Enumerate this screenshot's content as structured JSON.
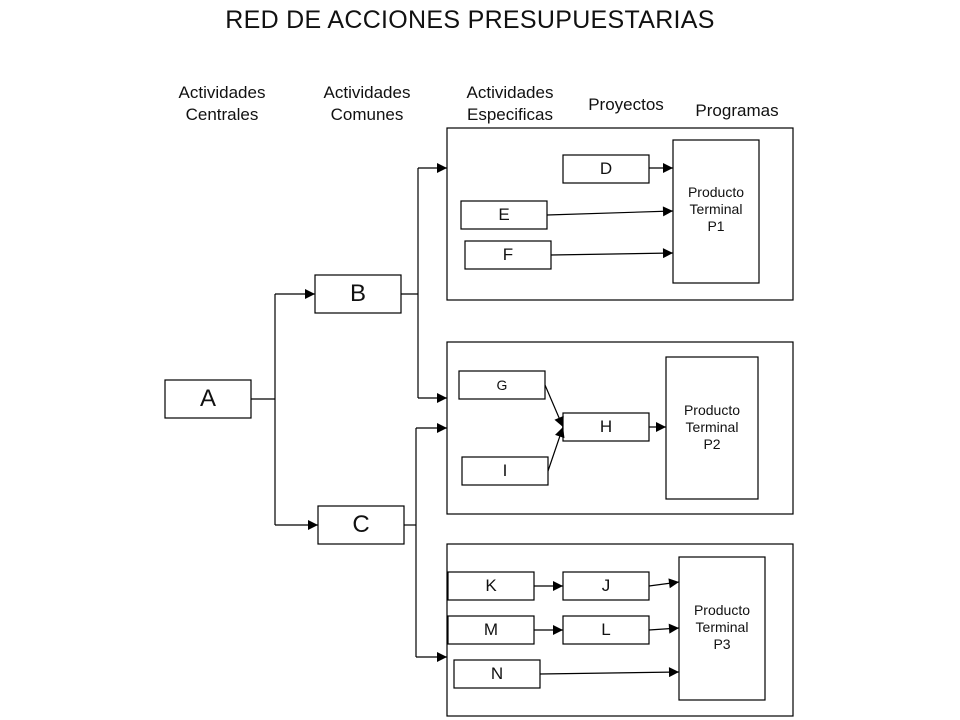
{
  "title": "RED DE ACCIONES PRESUPUESTARIAS",
  "columns": {
    "centrales": [
      "Actividades",
      "Centrales"
    ],
    "comunes": [
      "Actividades",
      "Comunes"
    ],
    "especificas": [
      "Actividades",
      "Especificas"
    ],
    "proyectos": "Proyectos",
    "programas": "Programas"
  },
  "nodes": {
    "A": "A",
    "B": "B",
    "C": "C",
    "D": "D",
    "E": "E",
    "F": "F",
    "G": "G",
    "H": "H",
    "I": "I",
    "J": "J",
    "K": "K",
    "L": "L",
    "M": "M",
    "N": "N"
  },
  "products": {
    "P1": [
      "Producto",
      "Terminal",
      "P1"
    ],
    "P2": [
      "Producto",
      "Terminal",
      "P2"
    ],
    "P3": [
      "Producto",
      "Terminal",
      "P3"
    ]
  }
}
